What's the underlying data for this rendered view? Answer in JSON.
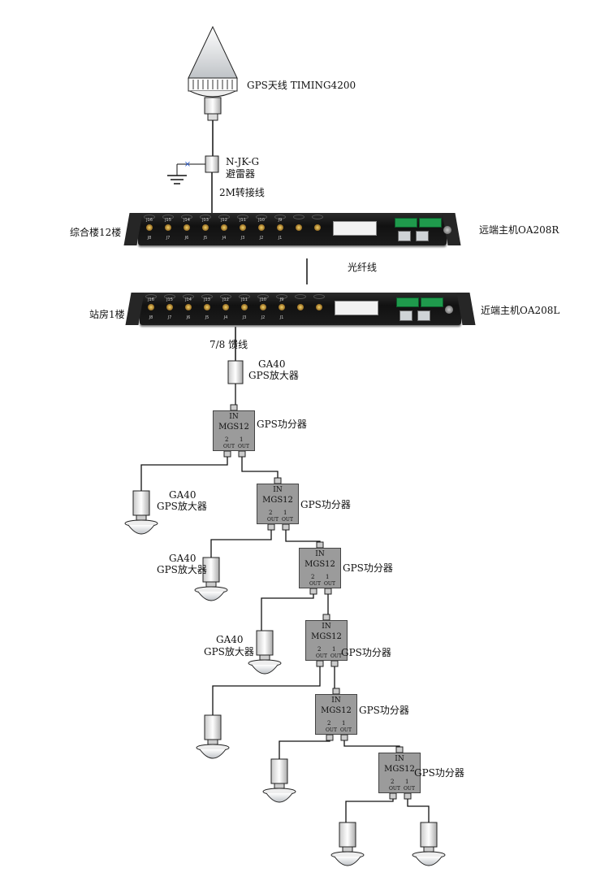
{
  "antenna": {
    "label": "GPS天线 TIMING4200",
    "arrester_label_1": "N-JK-G",
    "arrester_label_2": "避雷器",
    "cable_label": "2M转接线"
  },
  "remote_host": {
    "location": "综合楼12楼",
    "label": "远端主机OA208R",
    "port_top": [
      "J16",
      "J15",
      "J14",
      "J13",
      "J12",
      "J11",
      "J10",
      "J9"
    ],
    "port_bottom": [
      "J8",
      "J7",
      "J6",
      "J5",
      "J4",
      "J3",
      "J2",
      "J1"
    ]
  },
  "fiber_label": "光纤线",
  "near_host": {
    "location": "站房1楼",
    "label": "近端主机OA208L",
    "port_top": [
      "J16",
      "J15",
      "J14",
      "J13",
      "J12",
      "J11",
      "J10",
      "J9"
    ],
    "port_bottom": [
      "J8",
      "J7",
      "J6",
      "J5",
      "J4",
      "J3",
      "J2",
      "J1"
    ]
  },
  "feeder_label": "7/8 馈线",
  "amplifier": {
    "model": "GA40",
    "name": "GPS放大器"
  },
  "splitter": {
    "in_label": "IN",
    "model": "MGS12",
    "name": "GPS功分器",
    "port_2": "2",
    "port_1": "1",
    "out": "OUT"
  }
}
